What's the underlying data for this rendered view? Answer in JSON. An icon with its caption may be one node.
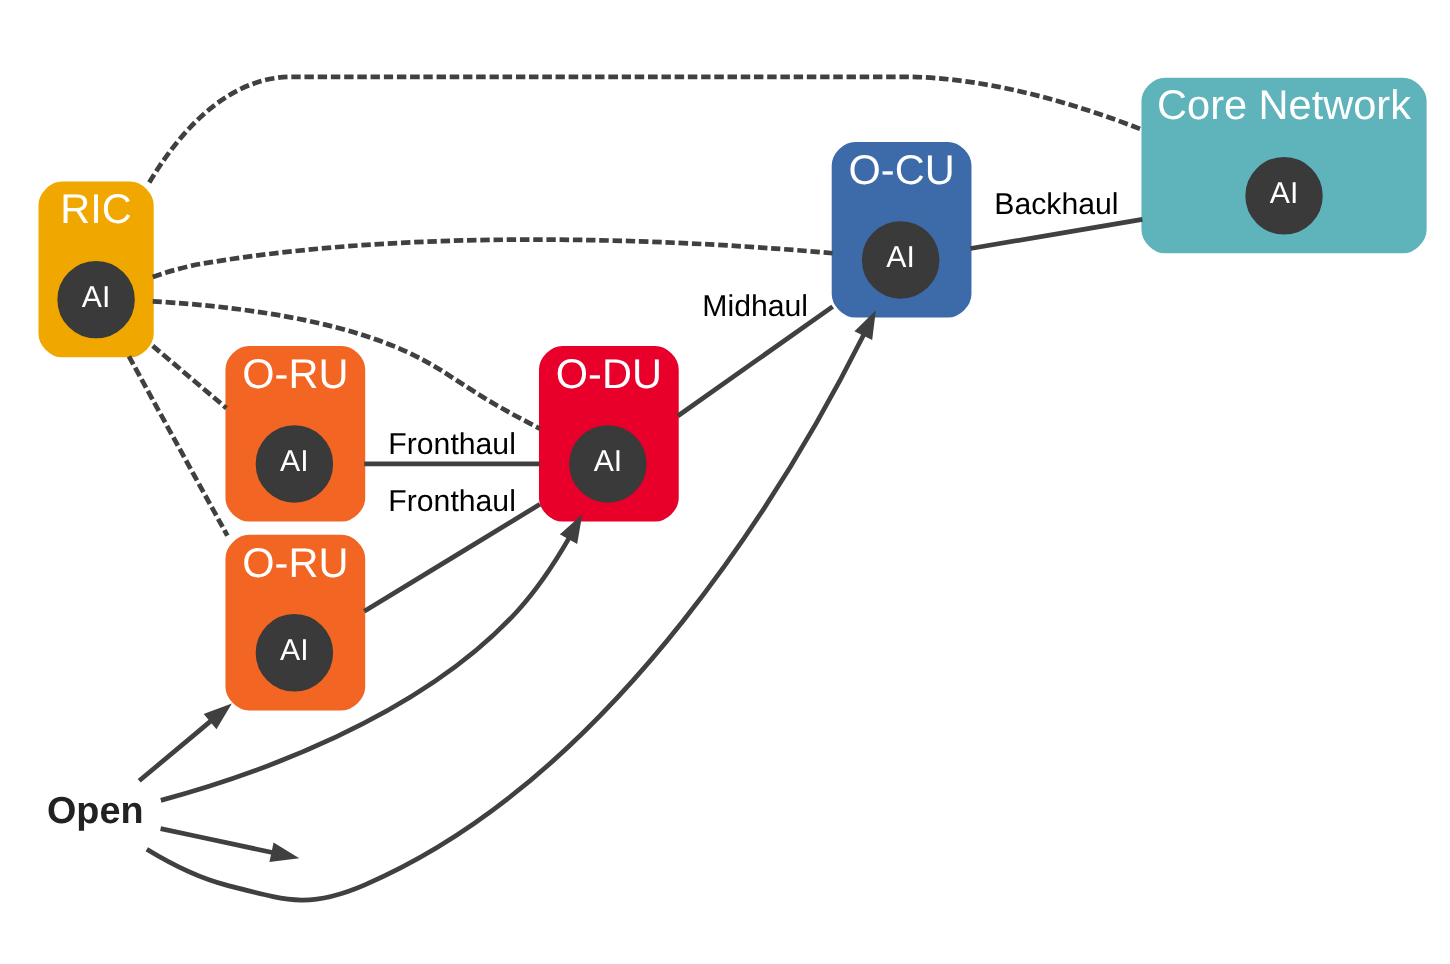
{
  "diagram": {
    "nodes": [
      {
        "text": [
          "RIC"
        ]
      },
      {
        "text": [
          "AI"
        ],
        "in": 0
      },
      {
        "text": [
          "O-RU"
        ]
      },
      {
        "text": [
          "AI"
        ],
        "in": 2
      },
      {
        "text": [
          "Open"
        ]
      },
      {
        "text": [
          "O-DU"
        ]
      },
      {
        "text": [
          "AI"
        ],
        "in": 5
      },
      {
        "text": [
          "O-CU"
        ]
      },
      {
        "text": [
          "AI"
        ],
        "in": 7
      },
      {
        "text": [
          "Core Network"
        ]
      },
      {
        "text": [
          "AI"
        ],
        "in": 9
      },
      {
        "text": [
          "O-RU"
        ]
      },
      {
        "text": [
          "AI"
        ],
        "in": 11
      }
    ],
    "edges": [
      {
        "from": 4,
        "to": 2,
        "arrow": "to"
      },
      {
        "from": 4,
        "to": null,
        "arrow": "to"
      },
      {
        "from": 4,
        "to": 5,
        "arrow": "to"
      },
      {
        "from": 4,
        "to": 7,
        "arrow": "to"
      },
      {
        "from": 0,
        "to": 2,
        "arrow": "none",
        "style": "dashed"
      },
      {
        "from": 0,
        "to": 11,
        "arrow": "none",
        "style": "dashed"
      },
      {
        "from": 0,
        "to": 9,
        "arrow": "none",
        "style": "dashed"
      },
      {
        "from": 0,
        "to": 5,
        "arrow": "none",
        "style": "dashed"
      },
      {
        "from": 0,
        "to": 7,
        "arrow": "none",
        "style": "dashed"
      },
      {
        "from": 2,
        "to": 5,
        "arrow": "none",
        "label": "Fronthaul"
      },
      {
        "from": 5,
        "to": 7,
        "arrow": "none",
        "label": "Midhaul"
      },
      {
        "from": 7,
        "to": 9,
        "arrow": "none",
        "label": "Backhaul"
      },
      {
        "from": 11,
        "to": 5,
        "arrow": "none",
        "label": "Fronthaul"
      }
    ]
  }
}
